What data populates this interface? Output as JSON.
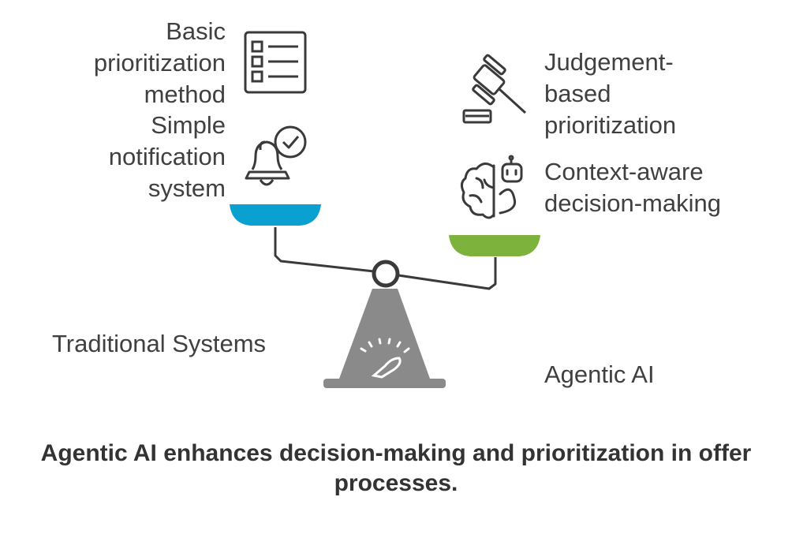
{
  "left_side": {
    "title": "Traditional Systems",
    "items": [
      {
        "lines": [
          "Basic",
          "prioritization",
          "method"
        ],
        "icon": "checklist-icon"
      },
      {
        "lines": [
          "Simple",
          "notification",
          "system"
        ],
        "icon": "bell-check-icon"
      }
    ],
    "pan_color": "#0aa0d0"
  },
  "right_side": {
    "title": "Agentic AI",
    "items": [
      {
        "lines": [
          "Judgement-",
          "based",
          "prioritization"
        ],
        "icon": "gavel-icon"
      },
      {
        "lines": [
          "Context-aware",
          "decision-making"
        ],
        "icon": "brain-robot-icon"
      }
    ],
    "pan_color": "#7db33d"
  },
  "scale": {
    "icon": "balance-scale-icon",
    "base_color": "#8a8a8a"
  },
  "caption": [
    "Agentic AI enhances decision-making and prioritization in offer",
    "processes."
  ]
}
